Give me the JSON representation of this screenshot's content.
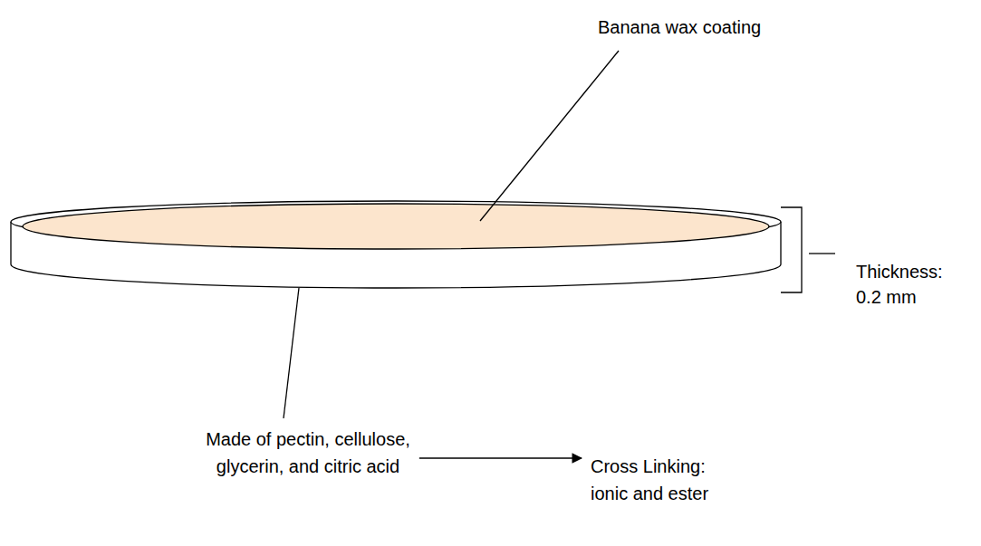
{
  "diagram": {
    "nodes": [
      {
        "text": [
          "Made of pectin, cellulose, glycerin, and citric acid"
        ]
      },
      {
        "text": [
          "Cross Linking: ionic and ester"
        ]
      }
    ],
    "edges": [
      {
        "from": 0,
        "to": 1,
        "arrow": "to"
      }
    ],
    "labels": [
      "Banana wax coating",
      "Thickness: 0.2 mm"
    ]
  }
}
